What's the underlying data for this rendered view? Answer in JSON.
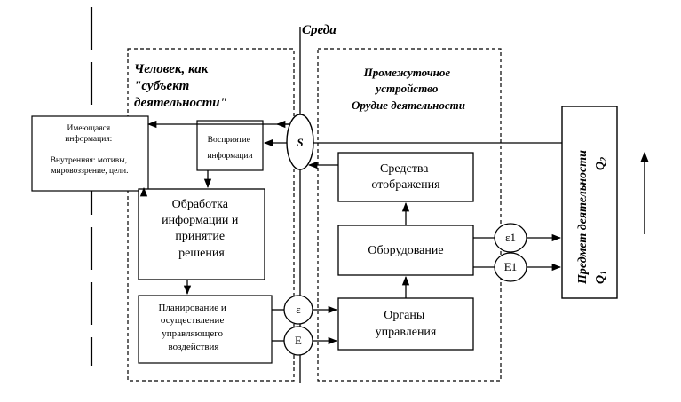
{
  "environment_label": "Среда",
  "human": {
    "title_line1": "Человек, как",
    "title_line2": "\"субъект",
    "title_line3": "деятельности\""
  },
  "device": {
    "title_line1": "Промежуточное",
    "title_line2": "устройство",
    "title_line3": "Орудие деятельности"
  },
  "available_info": {
    "line1": "Имеющаяся",
    "line2": "информация:",
    "line3": "Внутренняя: мотивы,",
    "line4": "мировоззрение, цели."
  },
  "perception": {
    "line1": "Восприятие",
    "line2": "информации"
  },
  "processing": {
    "line1": "Обработка",
    "line2": "информации и",
    "line3": "принятие",
    "line4": "решения"
  },
  "planning": {
    "line1": "Планирование и",
    "line2": "осуществление",
    "line3": "управляющего",
    "line4": "воздействия"
  },
  "display_means": {
    "line1": "Средства",
    "line2": "отображения"
  },
  "equipment": {
    "label": "Оборудование"
  },
  "controls": {
    "line1": "Органы",
    "line2": "управления"
  },
  "object": {
    "label": "Предмет деятельности",
    "q1": "Q",
    "q1_sub": "1",
    "q2": "Q",
    "q2_sub": "2"
  },
  "nodes": {
    "s": "S",
    "epsilon": "ε",
    "e": "E",
    "epsilon1": "ε1",
    "e1": "E1"
  }
}
